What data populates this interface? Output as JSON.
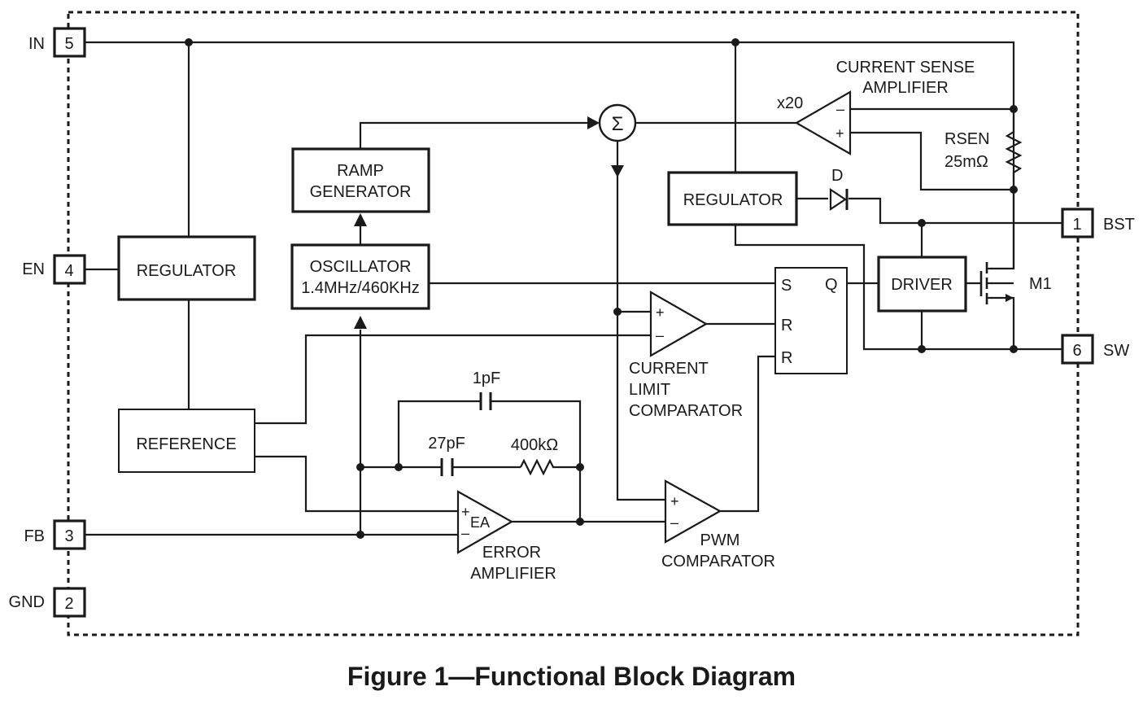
{
  "caption": "Figure 1—Functional Block Diagram",
  "pins": [
    {
      "id": "in",
      "number": "5",
      "name": "IN"
    },
    {
      "id": "en",
      "number": "4",
      "name": "EN"
    },
    {
      "id": "fb",
      "number": "3",
      "name": "FB"
    },
    {
      "id": "gnd",
      "number": "2",
      "name": "GND"
    },
    {
      "id": "bst",
      "number": "1",
      "name": "BST"
    },
    {
      "id": "sw",
      "number": "6",
      "name": "SW"
    }
  ],
  "blocks": {
    "regulator_left": "REGULATOR",
    "reference": "REFERENCE",
    "ramp_generator": [
      "RAMP",
      "GENERATOR"
    ],
    "oscillator": [
      "OSCILLATOR",
      "1.4MHz/460KHz"
    ],
    "regulator_right": "REGULATOR",
    "driver": "DRIVER",
    "flipflop": {
      "s": "S",
      "q": "Q",
      "r1": "R",
      "r2": "R"
    }
  },
  "amplifiers": {
    "current_sense": {
      "label": [
        "CURRENT SENSE",
        "AMPLIFIER"
      ],
      "gain": "x20",
      "minus": "–",
      "plus": "+"
    },
    "current_limit": {
      "label": [
        "CURRENT",
        "LIMIT",
        "COMPARATOR"
      ],
      "plus": "+",
      "minus": "–"
    },
    "pwm": {
      "label": [
        "PWM",
        "COMPARATOR"
      ],
      "plus": "+",
      "minus": "–"
    },
    "error": {
      "label": [
        "ERROR",
        "AMPLIFIER"
      ],
      "name": "EA",
      "plus": "+",
      "minus": "–"
    }
  },
  "summer_symbol": "Σ",
  "components": {
    "rsen": [
      "RSEN",
      "25mΩ"
    ],
    "diode": "D",
    "mosfet": "M1",
    "cap_1pf": "1pF",
    "cap_27pf": "27pF",
    "res_400k": "400kΩ"
  }
}
